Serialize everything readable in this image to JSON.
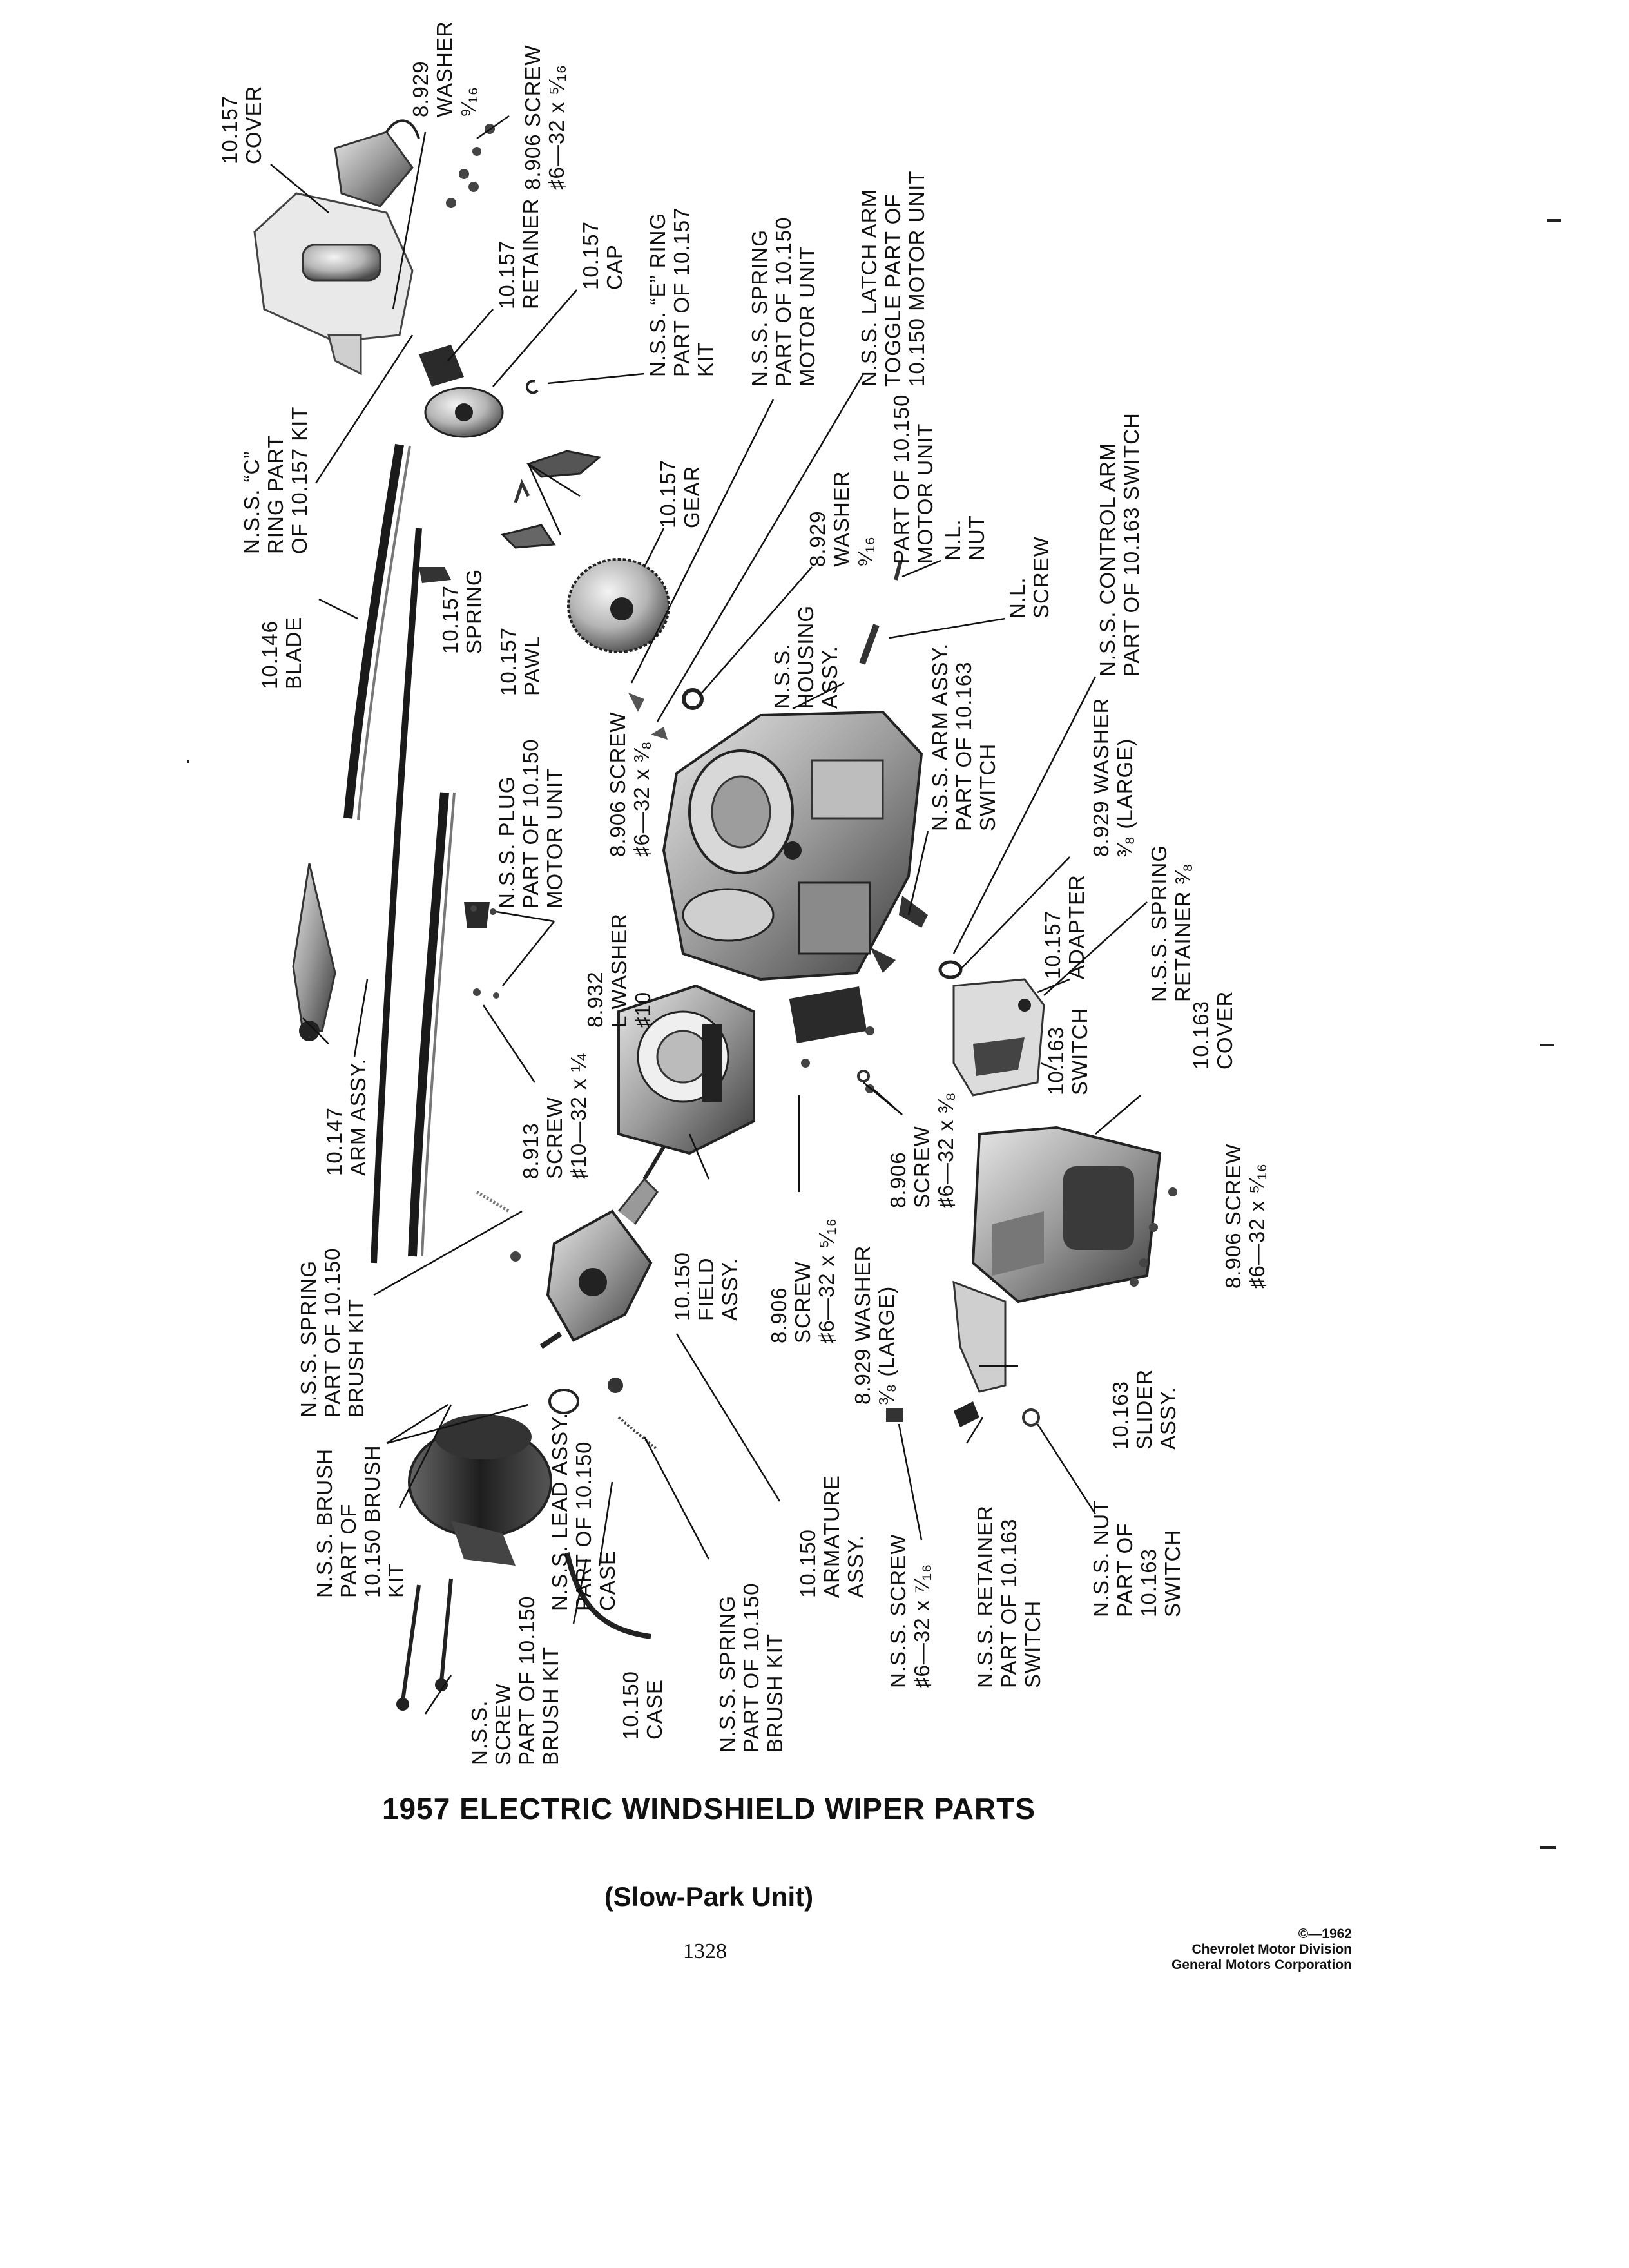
{
  "title": "1957 ELECTRIC WINDSHIELD WIPER PARTS",
  "subtitle": "(Slow-Park Unit)",
  "page_number": "1328",
  "copyright": [
    "©—1962",
    "Chevrolet Motor Division",
    "General Motors Corporation"
  ],
  "callouts": [
    {
      "id": "cover-10157",
      "lines": [
        "10.157",
        "COVER"
      ]
    },
    {
      "id": "washer-8929-top",
      "lines": [
        "8.929",
        "WASHER",
        "⁹⁄₁₆"
      ]
    },
    {
      "id": "screw-8906-top",
      "lines": [
        "8.906 SCREW",
        "♯6—32 x ⁵⁄₁₆"
      ]
    },
    {
      "id": "retainer-10157",
      "lines": [
        "10.157",
        "RETAINER"
      ]
    },
    {
      "id": "cap-10157",
      "lines": [
        "10.157",
        "CAP"
      ]
    },
    {
      "id": "e-ring",
      "lines": [
        "N.S.S. “E” RING",
        "PART OF 10.157",
        "KIT"
      ]
    },
    {
      "id": "spring-motor-unit",
      "lines": [
        "N.S.S. SPRING",
        "PART OF 10.150",
        "MOTOR UNIT"
      ]
    },
    {
      "id": "latch-arm",
      "lines": [
        "N.S.S. LATCH ARM",
        "TOGGLE PART OF",
        "10.150 MOTOR UNIT"
      ]
    },
    {
      "id": "c-ring",
      "lines": [
        "N.S.S. “C”",
        "RING PART",
        "OF 10.157 KIT"
      ]
    },
    {
      "id": "gear-10157",
      "lines": [
        "10.157",
        "GEAR"
      ]
    },
    {
      "id": "washer-8929-mid",
      "lines": [
        "8.929",
        "WASHER",
        "⁹⁄₁₆"
      ]
    },
    {
      "id": "part-of-motor",
      "lines": [
        "PART OF 10.150",
        "MOTOR UNIT"
      ]
    },
    {
      "id": "nl-nut",
      "lines": [
        "N.L.",
        "NUT"
      ]
    },
    {
      "id": "nl-screw",
      "lines": [
        "N.L.",
        "SCREW"
      ]
    },
    {
      "id": "control-arm",
      "lines": [
        "N.S.S. CONTROL ARM",
        "PART OF 10.163 SWITCH"
      ]
    },
    {
      "id": "blade-10146",
      "lines": [
        "10.146",
        "BLADE"
      ]
    },
    {
      "id": "spring-10157",
      "lines": [
        "10.157",
        "SPRING"
      ]
    },
    {
      "id": "pawl-10157",
      "lines": [
        "10.157",
        "PAWL"
      ]
    },
    {
      "id": "housing-assy",
      "lines": [
        "N.S.S.",
        "HOUSING",
        "ASSY."
      ]
    },
    {
      "id": "arm-assy-switch",
      "lines": [
        "N.S.S. ARM ASSY.",
        "PART OF 10.163",
        "SWITCH"
      ]
    },
    {
      "id": "screw-8906-mid",
      "lines": [
        "8.906 SCREW",
        "♯6—32 x ³⁄₈"
      ]
    },
    {
      "id": "plug",
      "lines": [
        "N.S.S. PLUG",
        "PART OF 10.150",
        "MOTOR UNIT"
      ]
    },
    {
      "id": "washer-8929-large",
      "lines": [
        "8.929 WASHER",
        "³⁄₈ (LARGE)"
      ]
    },
    {
      "id": "adapter-10157",
      "lines": [
        "10.157",
        "ADAPTER"
      ]
    },
    {
      "id": "spring-retainer",
      "lines": [
        "N.S.S. SPRING",
        "RETAINER ³⁄₈"
      ]
    },
    {
      "id": "l-washer-8932",
      "lines": [
        "8.932",
        "L WASHER",
        "♯10"
      ]
    },
    {
      "id": "arm-assy-10147",
      "lines": [
        "10.147",
        "ARM ASSY."
      ]
    },
    {
      "id": "screw-8913",
      "lines": [
        "8.913",
        "SCREW",
        "♯10—32 x ¼"
      ]
    },
    {
      "id": "switch-10163",
      "lines": [
        "10.163",
        "SWITCH"
      ]
    },
    {
      "id": "cover-10163",
      "lines": [
        "10.163",
        "COVER"
      ]
    },
    {
      "id": "screw-8906-a",
      "lines": [
        "8.906",
        "SCREW",
        "♯6—32 x ⁵⁄₁₆"
      ]
    },
    {
      "id": "screw-8906-b",
      "lines": [
        "8.906",
        "SCREW",
        "♯6—32 x ³⁄₈"
      ]
    },
    {
      "id": "screw-8906-c",
      "lines": [
        "8.906 SCREW",
        "♯6—32 x ⁵⁄₁₆"
      ]
    },
    {
      "id": "washer-8929-b",
      "lines": [
        "8.929 WASHER",
        "³⁄₈ (LARGE)"
      ]
    },
    {
      "id": "field-assy",
      "lines": [
        "10.150",
        "FIELD",
        "ASSY."
      ]
    },
    {
      "id": "spring-brush-kit",
      "lines": [
        "N.S.S. SPRING",
        "PART OF 10.150",
        "BRUSH KIT"
      ]
    },
    {
      "id": "slider-assy",
      "lines": [
        "10.163",
        "SLIDER",
        "ASSY."
      ]
    },
    {
      "id": "brush",
      "lines": [
        "N.S.S. BRUSH",
        "PART OF",
        "10.150 BRUSH",
        "KIT"
      ]
    },
    {
      "id": "lead-assy",
      "lines": [
        "N.S.S. LEAD ASSY.",
        "PART OF 10.150",
        "CASE"
      ]
    },
    {
      "id": "armature",
      "lines": [
        "10.150",
        "ARMATURE",
        "ASSY."
      ]
    },
    {
      "id": "screw-nss",
      "lines": [
        "N.S.S. SCREW",
        "♯6—32 x ⁷⁄₁₆"
      ]
    },
    {
      "id": "retainer-switch",
      "lines": [
        "N.S.S. RETAINER",
        "PART OF 10.163",
        "SWITCH"
      ]
    },
    {
      "id": "nut-switch",
      "lines": [
        "N.S.S. NUT",
        "PART OF",
        "10.163",
        "SWITCH"
      ]
    },
    {
      "id": "screw-brush-kit",
      "lines": [
        "N.S.S.",
        "SCREW",
        "PART OF 10.150",
        "BRUSH KIT"
      ]
    },
    {
      "id": "case-10150",
      "lines": [
        "10.150",
        "CASE"
      ]
    },
    {
      "id": "spring-brush-kit-2",
      "lines": [
        "N.S.S. SPRING",
        "PART OF 10.150",
        "BRUSH KIT"
      ]
    }
  ]
}
